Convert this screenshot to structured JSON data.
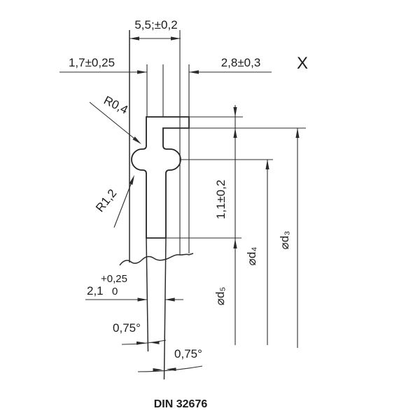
{
  "drawing": {
    "standard_label": "DIN 32676",
    "view_marker": "X",
    "dims": {
      "gasket_width": "5,5;±0,2",
      "recess_left": "1,7±0,25",
      "recess_right": "2,8±0,3",
      "fillet_radius": "R0,4",
      "bead_radius": "R1,2",
      "flange_height": "1,1±0,2",
      "wall_value": "2,1",
      "wall_tol_upper": "+0,25",
      "wall_tol_lower": "0",
      "taper_left": "0,75°",
      "taper_right": "0,75°",
      "dia_d3": "⌀d₃",
      "dia_d4": "⌀d₄",
      "dia_d5": "⌀d₅"
    }
  }
}
